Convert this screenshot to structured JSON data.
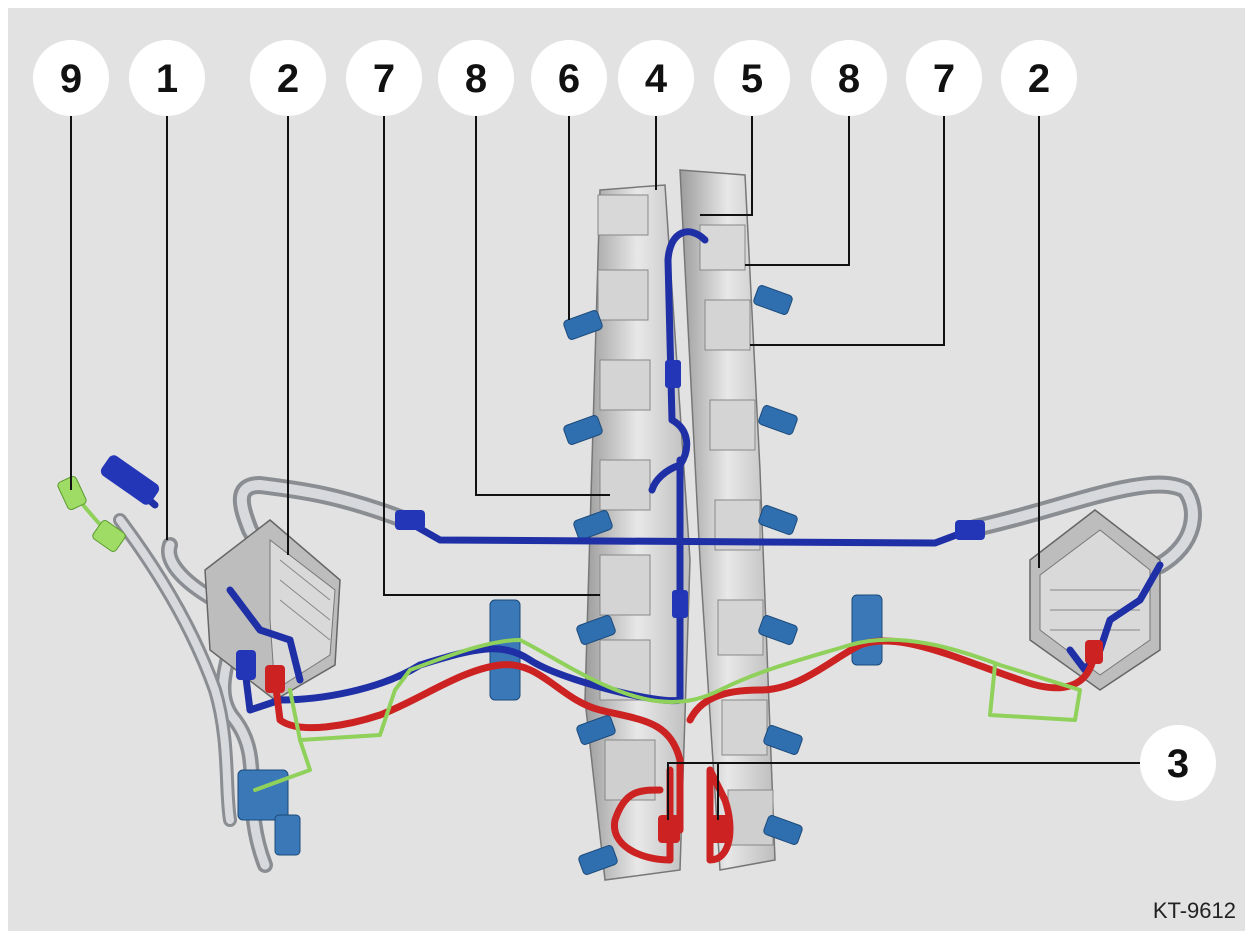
{
  "callouts": [
    "9",
    "1",
    "2",
    "7",
    "8",
    "6",
    "4",
    "5",
    "8",
    "7",
    "2",
    "3"
  ],
  "reference_code": "KT-9612",
  "colors": {
    "background": "#e2e2e2",
    "blue_line": "#1f2fa6",
    "red_line": "#cc2222",
    "green_line": "#8fd15a",
    "silver_pipe": "#b9bcc2",
    "injector_blue": "#2f6fb0",
    "rail_block": "#cfcfcf"
  }
}
